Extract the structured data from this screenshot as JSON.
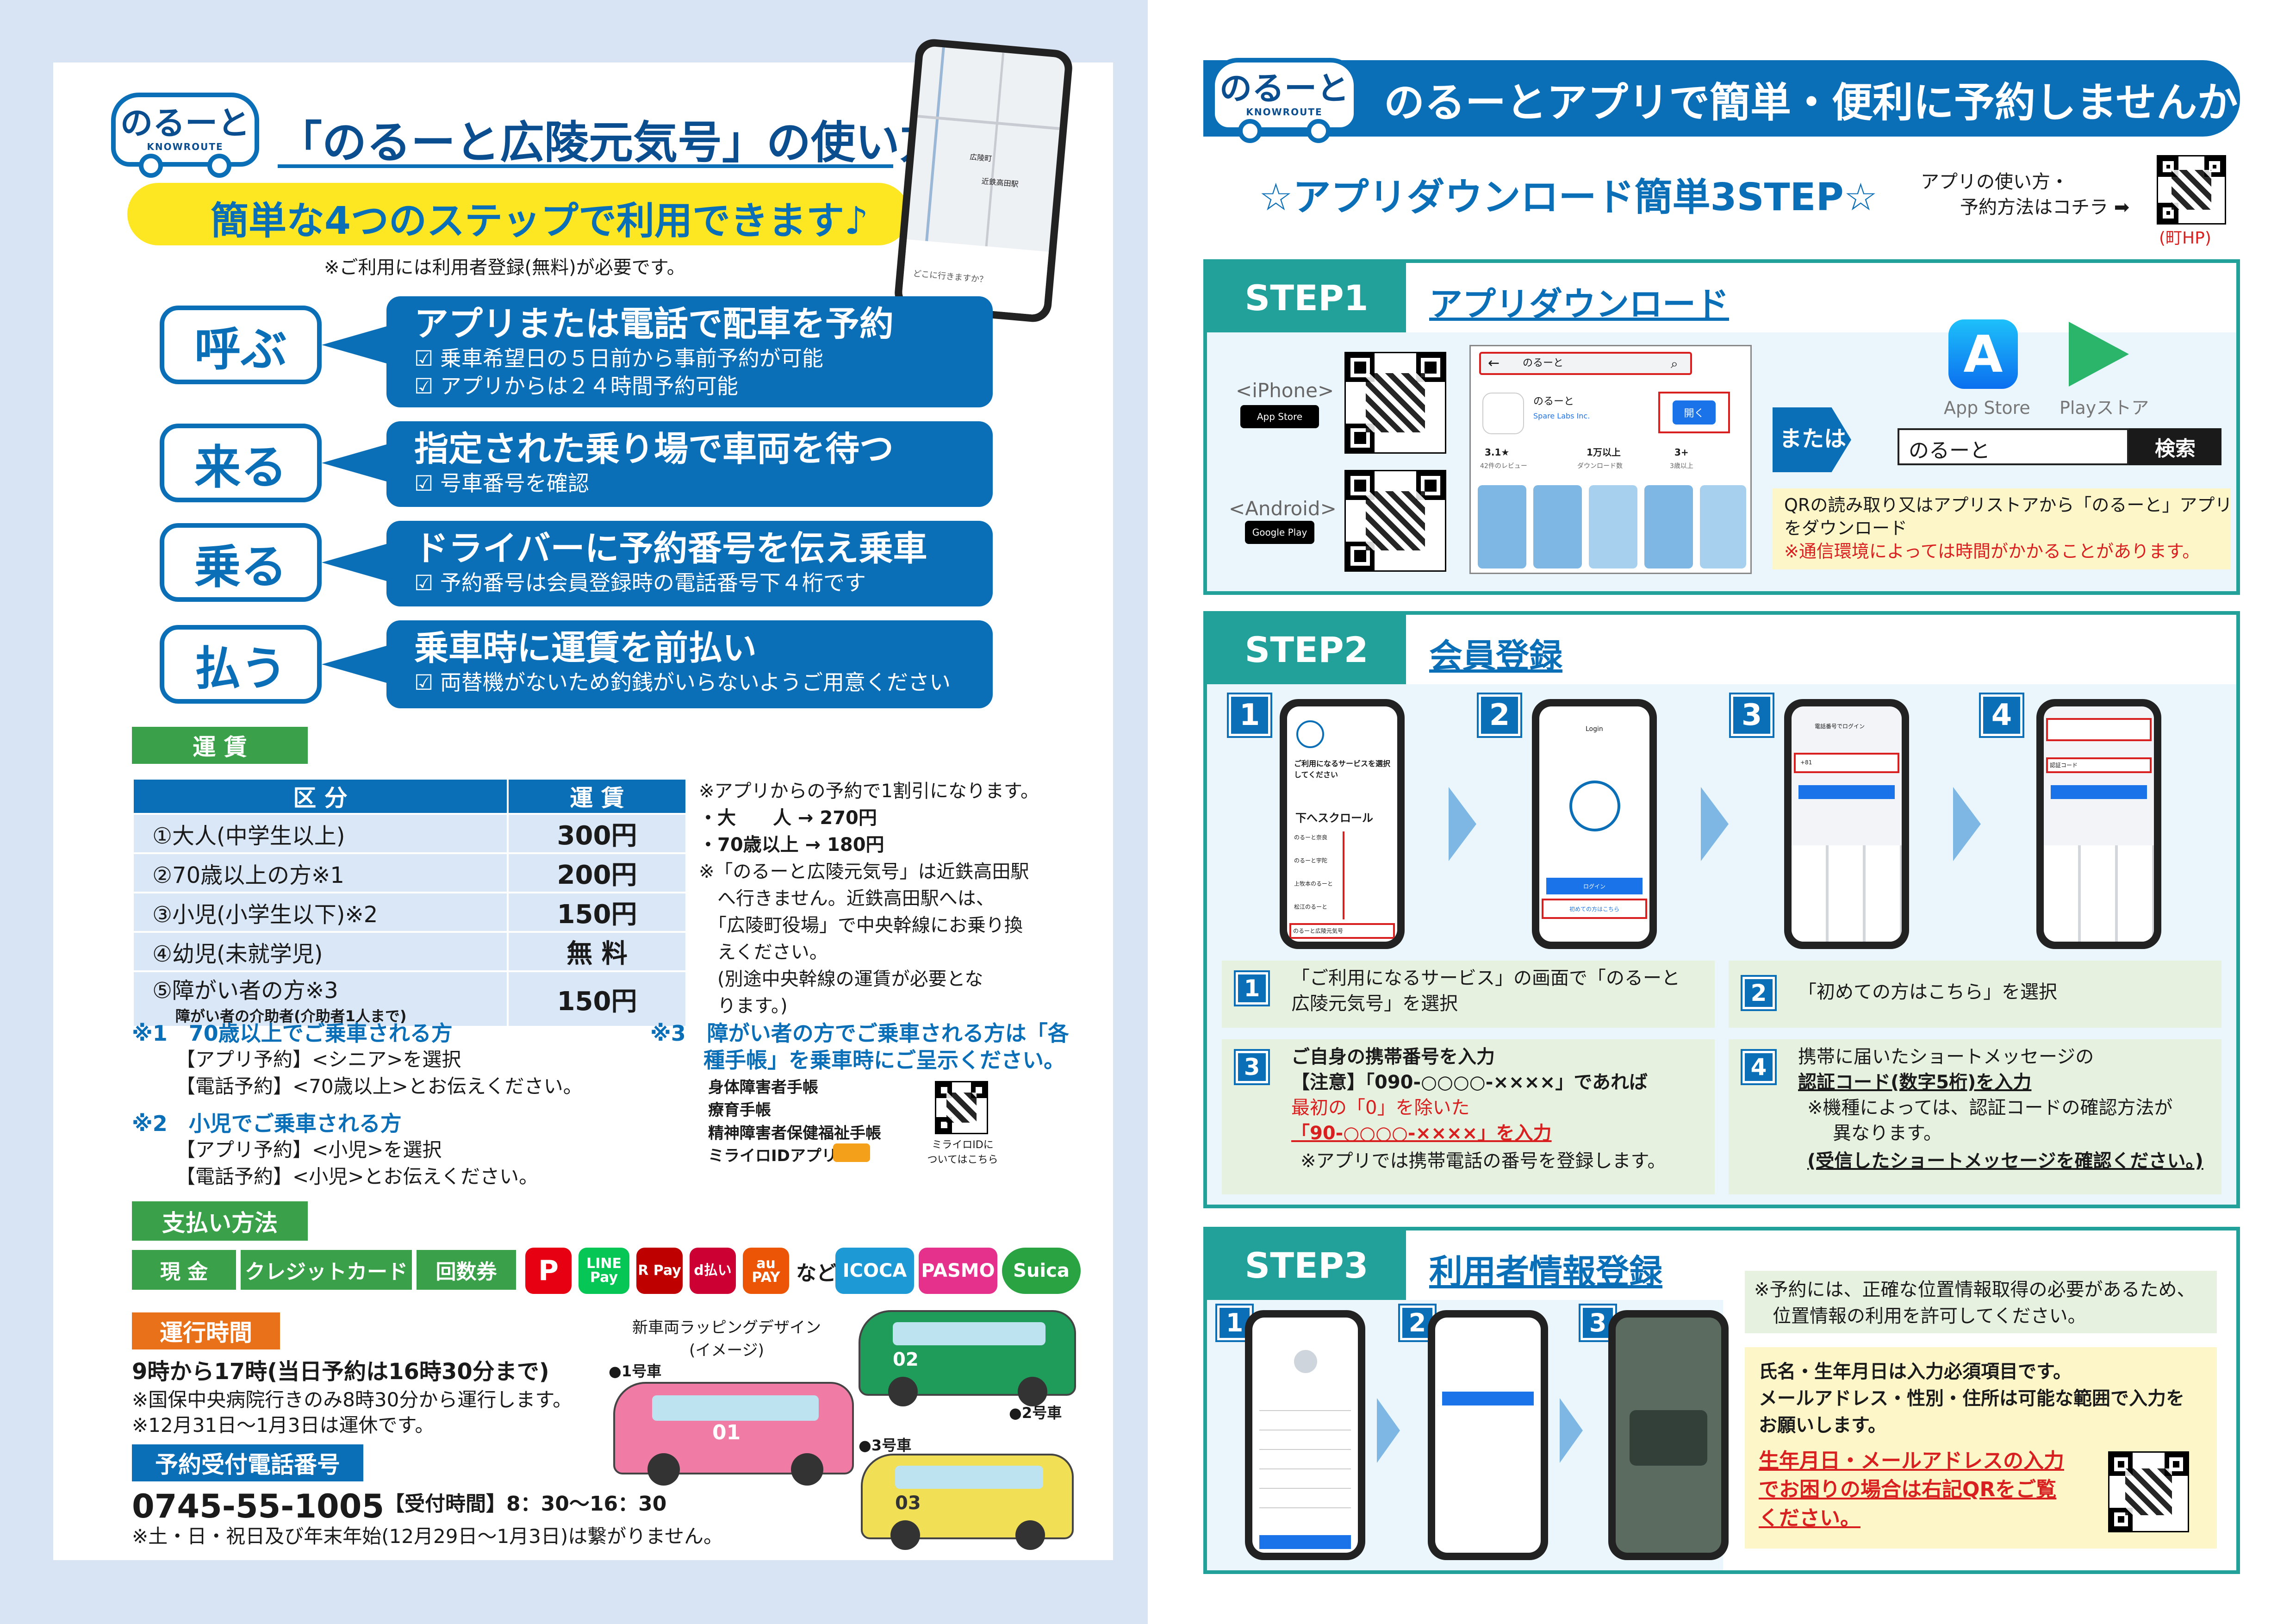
{
  "left": {
    "brand": {
      "text": "のるーと",
      "sub": "KNOWROUTE"
    },
    "title": "「のるーと広陵元気号」の使い方",
    "subtitle": "簡単な4つのステップで利用できます♪",
    "note": "※ご利用には利用者登録(無料)が必要です。",
    "phone": {
      "place": "広陵町",
      "line1": "広陵町",
      "line2": "近鉄高田駅",
      "line3": "どこに行きますか？"
    },
    "steps": [
      {
        "verb": "呼ぶ",
        "title": "アプリまたは電話で配車を予約",
        "items": [
          "☑ 乗車希望日の５日前から事前予約が可能",
          "☑ アプリからは２４時間予約可能"
        ]
      },
      {
        "verb": "来る",
        "title": "指定された乗り場で車両を待つ",
        "items": [
          "☑ 号車番号を確認"
        ]
      },
      {
        "verb": "乗る",
        "title": "ドライバーに予約番号を伝え乗車",
        "items": [
          "☑ 予約番号は会員登録時の電話番号下４桁です"
        ]
      },
      {
        "verb": "払う",
        "title": "乗車時に運賃を前払い",
        "items": [
          "☑ 両替機がないため釣銭がいらないようご用意ください"
        ]
      }
    ],
    "fare": {
      "tag": "運 賃",
      "head": [
        "区 分",
        "運 賃"
      ],
      "rows": [
        {
          "k": "①大人(中学生以上)",
          "v": "300円"
        },
        {
          "k": "②70歳以上の方※1",
          "v": "200円"
        },
        {
          "k": "③小児(小学生以下)※2",
          "v": "150円"
        },
        {
          "k": "④幼児(未就学児)",
          "v": "無 料"
        },
        {
          "k": "⑤障がい者の方※3",
          "k2": "障がい者の介助者(介助者1人まで)",
          "v": "150円"
        }
      ],
      "side": [
        "※アプリからの予約で1割引になります。",
        "・大　　人 → 270円",
        "・70歳以上 → 180円",
        "※「のるーと広陵元気号」は近鉄高田駅",
        "　へ行きません。近鉄高田駅へは、",
        "　「広陵町役場」で中央幹線にお乗り換",
        "　えください。",
        "　(別途中央幹線の運賃が必要とな",
        "　ります。)"
      ]
    },
    "notes": {
      "n1t": "※1　70歳以上でご乗車される方",
      "n1a": "【アプリ予約】<シニア>を選択",
      "n1b": "【電話予約】<70歳以上>とお伝えください。",
      "n2t": "※2　小児でご乗車される方",
      "n2a": "【アプリ予約】<小児>を選択",
      "n2b": "【電話予約】<小児>とお伝えください。",
      "n3t1": "※3　障がい者の方でご乗車される方は「各",
      "n3t2": "種手帳」を乗車時にご呈示ください。",
      "n3list": [
        "身体障害者手帳",
        "療育手帳",
        "精神障害者保健福祉手帳",
        "ミライロIDアプリ"
      ],
      "n3qr": "ミライロIDに\nついてはこちら"
    },
    "payment": {
      "tag": "支払い方法",
      "methods": [
        "現 金",
        "クレジットカード",
        "回数券"
      ],
      "apps": [
        "P",
        "LINE Pay",
        "R Pay",
        "d払い",
        "au PAY"
      ],
      "etc": "など",
      "cards": [
        "ICOCA",
        "PASMO",
        "Suica"
      ]
    },
    "hours": {
      "tag": "運行時間",
      "main": "9時から17時(当日予約は16時30分まで)",
      "n1": "※国保中央病院行きのみ8時30分から運行します。",
      "n2": "※12月31日～1月3日は運休です。"
    },
    "phoneNumber": {
      "tag": "予約受付電話番号",
      "number": "0745-55-1005",
      "hours": "【受付時間】8：30～16：30",
      "note": "※土・日・祝日及び年末年始(12月29日～1月3日)は繋がりません。"
    },
    "vans": {
      "caption": "新車両ラッピングデザイン\n(イメージ)",
      "v1": "●1号車",
      "v2": "●2号車",
      "v3": "●3号車",
      "n1": "01",
      "n2": "02",
      "n3": "03"
    }
  },
  "right": {
    "title": "のるーとアプリで簡単・便利に予約しませんか",
    "threeStep": "☆アプリダウンロード簡単3STEP☆",
    "howto1": "アプリの使い方・",
    "howto2": "予約方法はコチラ ➡",
    "howto3": "(町HP)",
    "step1": {
      "head": "STEP1",
      "title": "アプリダウンロード",
      "iphone": "<iPhone>",
      "android": "<Android>",
      "appstoreBadge": "App Store",
      "gplayBadge": "Google Play",
      "searchText": "のるーと",
      "appName": "のるーと",
      "appDev": "Spare Labs Inc.",
      "openBtn": "開く",
      "stats": [
        "3.1★",
        "1万以上",
        "3+"
      ],
      "statsSub": [
        "42件のレビュー",
        "ダウンロード数",
        "3歳以上"
      ],
      "or": "または",
      "appStoreLabel": "App Store",
      "playLabel": "Playストア",
      "searchBox": "のるーと",
      "searchBtn": "検索",
      "desc1": "QRの読み取り又はアプリストアから「のるーと」アプリ",
      "desc2": "をダウンロード",
      "desc3": "※通信環境によっては時間がかかることがあります。"
    },
    "step2": {
      "head": "STEP2",
      "title": "会員登録",
      "nums": [
        "1",
        "2",
        "3",
        "4"
      ],
      "phone1": {
        "t": "ご利用になるサービスを選択してください",
        "scroll": "下へスクロール",
        "items": [
          "のるーと奈良",
          "のるーと宇陀",
          "上牧本のるーと",
          "松江のるーと",
          "のるーと広陵元気号"
        ]
      },
      "phone2": {
        "t": "Login",
        "btn1": "ログイン",
        "btn2": "初めての方はこちら"
      },
      "phone3": {
        "t": "電話番号でログイン",
        "val": "+81"
      },
      "phone4": {
        "t": "認証コード"
      },
      "i1a": "「ご利用になるサービス」の画面で「のるーと",
      "i1b": "広陵元気号」を選択",
      "i2": "「初めての方はこちら」を選択",
      "i3a": "ご自身の携帯番号を入力",
      "i3b": "【注意】「090-○○○○-××××」であれば",
      "i3c": "最初の「0」を除いた",
      "i3d": "「90-○○○○-××××」を入力",
      "i3e": "※アプリでは携帯電話の番号を登録します。",
      "i4a": "携帯に届いたショートメッセージの",
      "i4b": "認証コード(数字5桁)を入力",
      "i4c": "※機種によっては、認証コードの確認方法が",
      "i4d": "異なります。",
      "i4e": "(受信したショートメッセージを確認ください。)"
    },
    "step3": {
      "head": "STEP3",
      "title": "利用者情報登録",
      "nums": [
        "1",
        "2",
        "3"
      ],
      "n1": "※予約には、正確な位置情報取得の必要があるため、",
      "n2": "位置情報の利用を許可してください。",
      "y1": "氏名・生年月日は入力必須項目です。",
      "y2": "メールアドレス・性別・住所は可能な範囲で入力を",
      "y3": "お願いします。",
      "y4": "生年月日・メールアドレスの入力",
      "y5": "でお困りの場合は右記QRをご覧",
      "y6": "ください。"
    }
  },
  "colors": {
    "blue": "#0b6fb8",
    "teal": "#21a19a",
    "green": "#3aa14a",
    "orange": "#e8711a",
    "yellow": "#fde722",
    "red": "#d92020"
  }
}
